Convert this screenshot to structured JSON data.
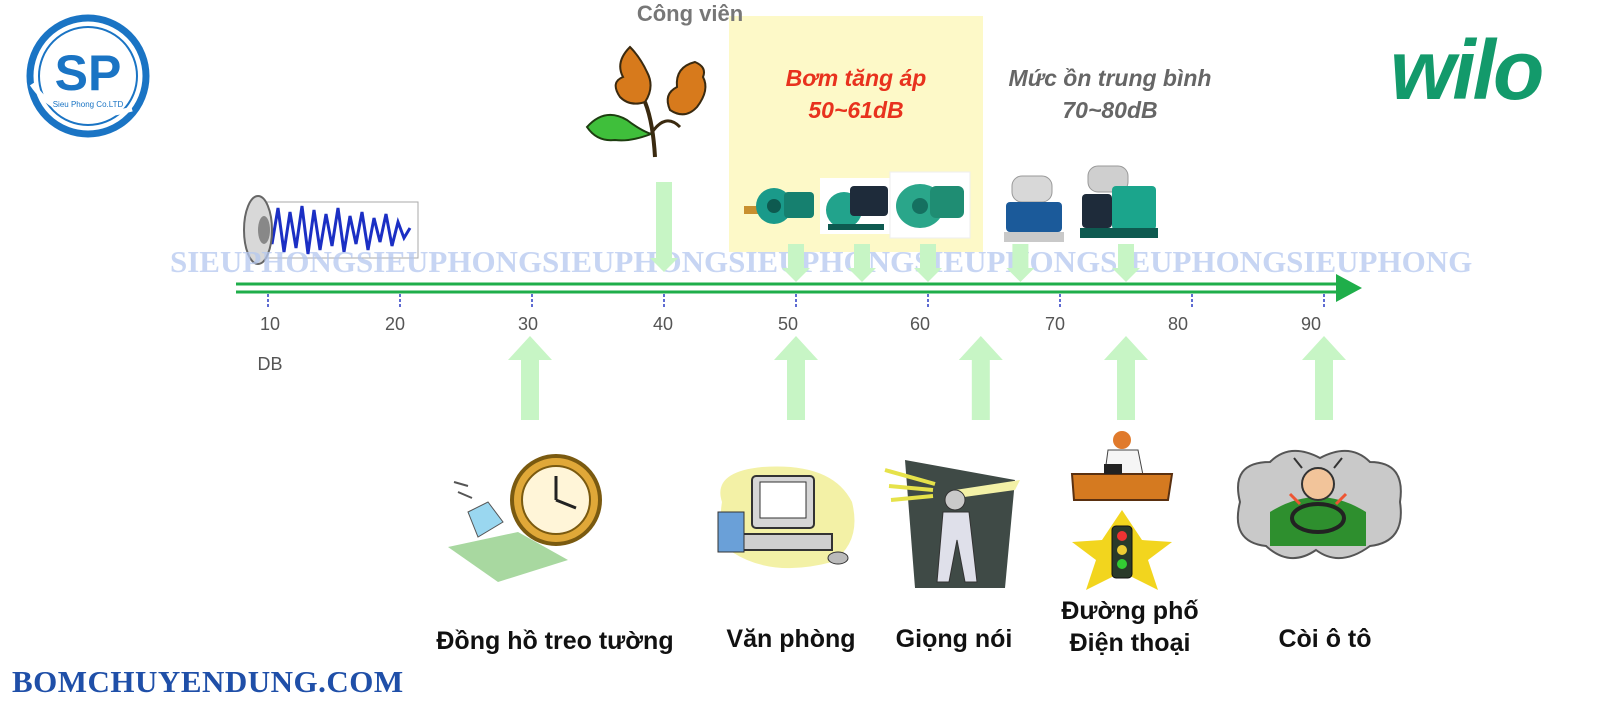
{
  "logo_sp": {
    "initials": "SP",
    "company": "Sieu Phong Co.LTD",
    "color": "#1a74c4"
  },
  "logo_wilo": {
    "text": "wilo",
    "color": "#139a6b"
  },
  "watermark": "SIEUPHONGSIEUPHONGSIEUPHONGSIEUPHONGSIEUPHONGSIEUPHONGSIEUPHONG",
  "footer": "BOMCHUYENDUNG.COM",
  "top_labels": {
    "park": "Công viên",
    "pump_title": "Bơm tăng áp",
    "pump_range": "50~61dB",
    "avg_title": "Mức ồn trung bình",
    "avg_range": "70~80dB"
  },
  "scale": {
    "unit": "DB",
    "ticks": [
      "10",
      "20",
      "30",
      "40",
      "50",
      "60",
      "70",
      "80",
      "90"
    ],
    "axis_color": "#1fae4a"
  },
  "bottom_captions": {
    "clock": "Đồng hồ treo tường",
    "office": "Văn phòng",
    "voice": "Giọng nói",
    "street": "Đường phố",
    "phone": "Điện thoại",
    "horn": "Còi ô tô"
  },
  "colors": {
    "pump_label": "#e8321e",
    "avg_label": "#666666",
    "arrow": "#c7f5c5",
    "highlight": "#fdf9c8"
  }
}
